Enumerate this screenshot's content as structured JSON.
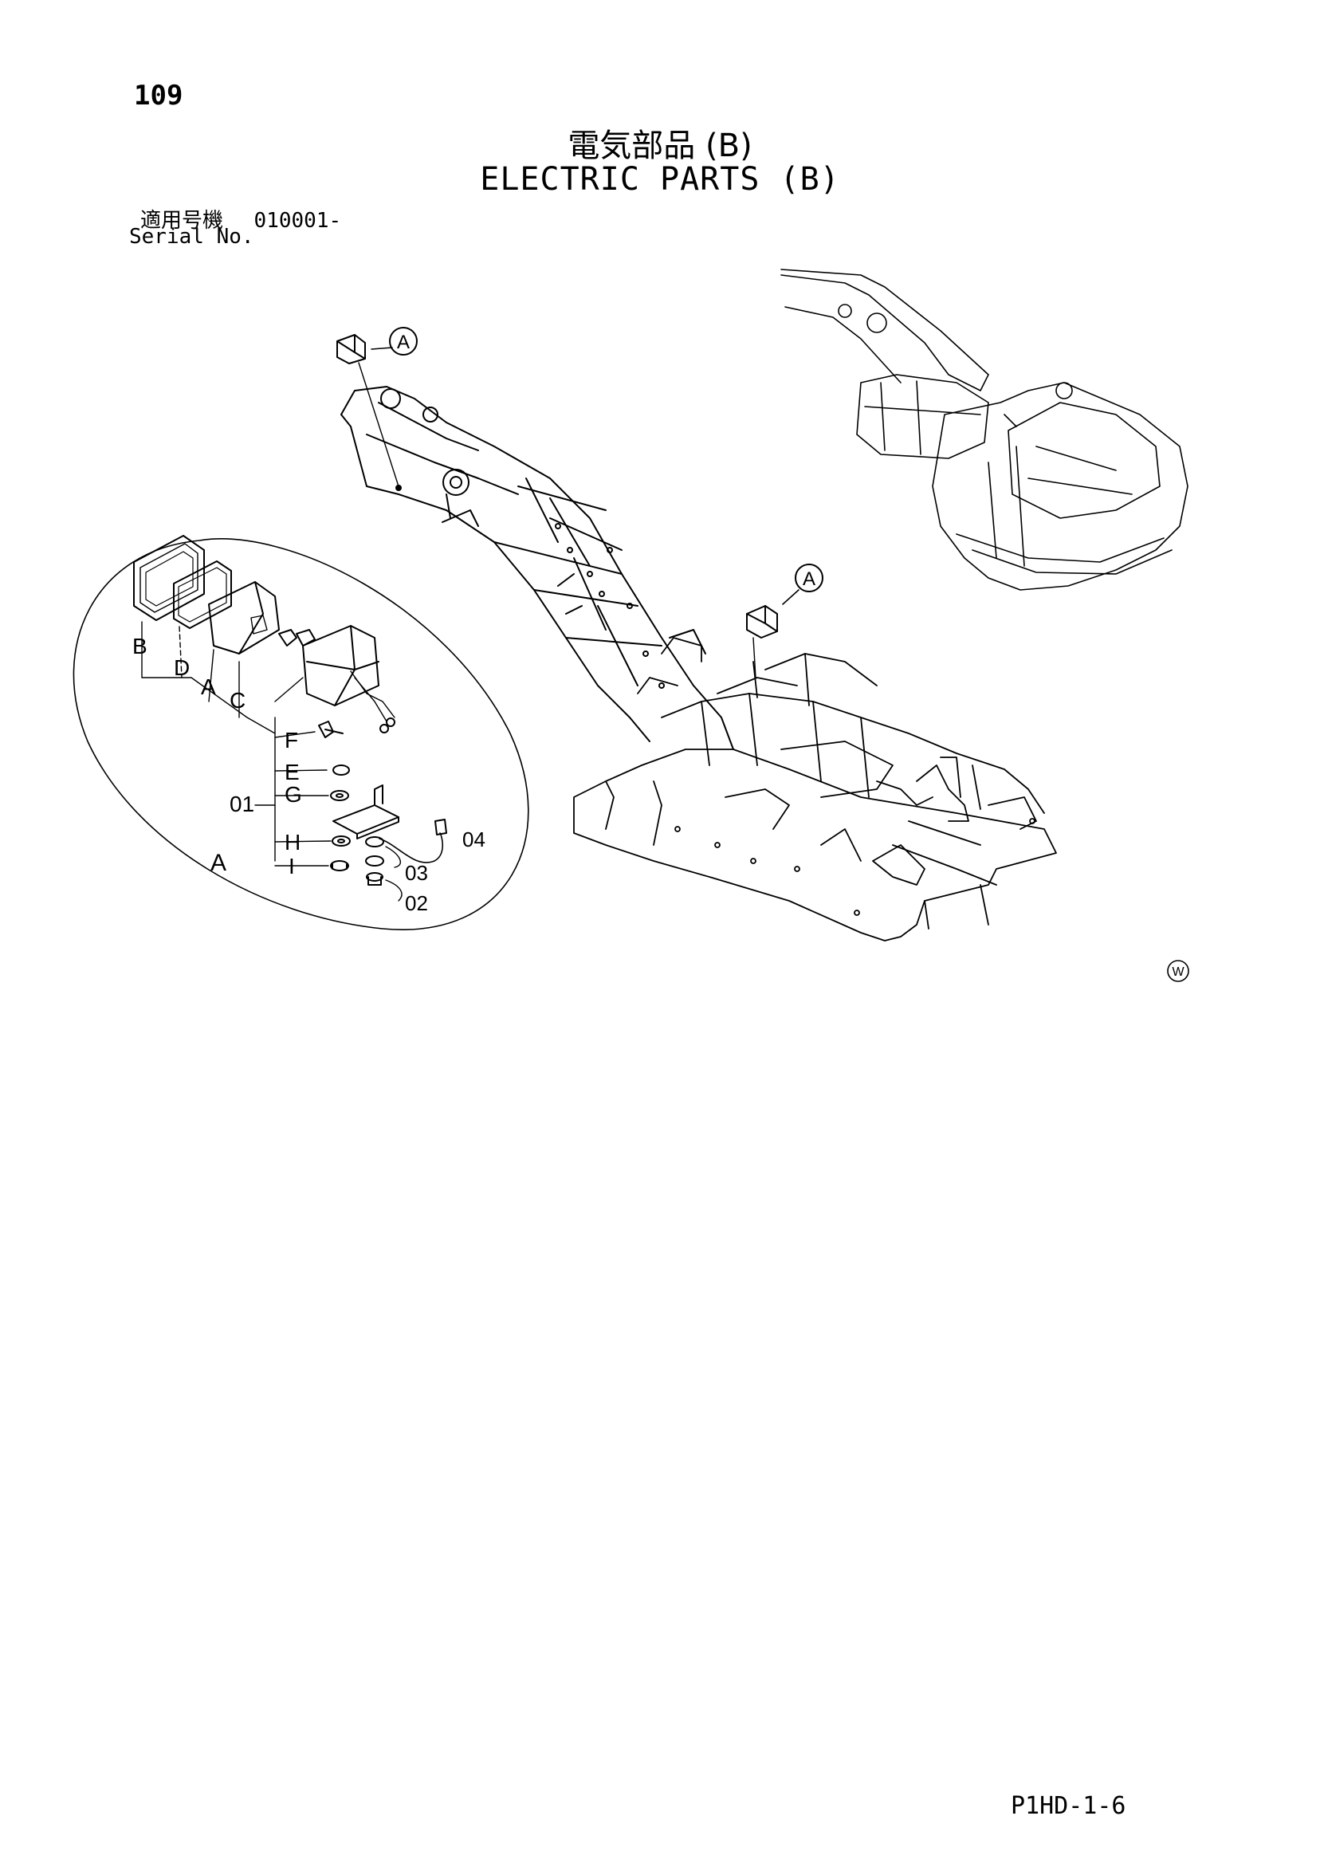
{
  "header": {
    "page_number": "109",
    "title_jp": "電気部品 (B)",
    "title_en": "ELECTRIC PARTS (B)",
    "serial_label_jp": "適用号機",
    "serial_value": "010001-",
    "serial_label_en": "Serial No."
  },
  "callouts": {
    "ref_a_top": "A",
    "ref_a_mid": "A",
    "ref_w": "W"
  },
  "detail": {
    "labels": {
      "B": "B",
      "D": "D",
      "A_inner": "A",
      "C": "C",
      "F": "F",
      "E": "E",
      "G": "G",
      "H": "H",
      "I": "I",
      "assembly": "01",
      "part_02": "02",
      "part_03": "03",
      "part_04": "04",
      "detail_name": "A"
    }
  },
  "footer": {
    "code": "P1HD-1-6"
  }
}
